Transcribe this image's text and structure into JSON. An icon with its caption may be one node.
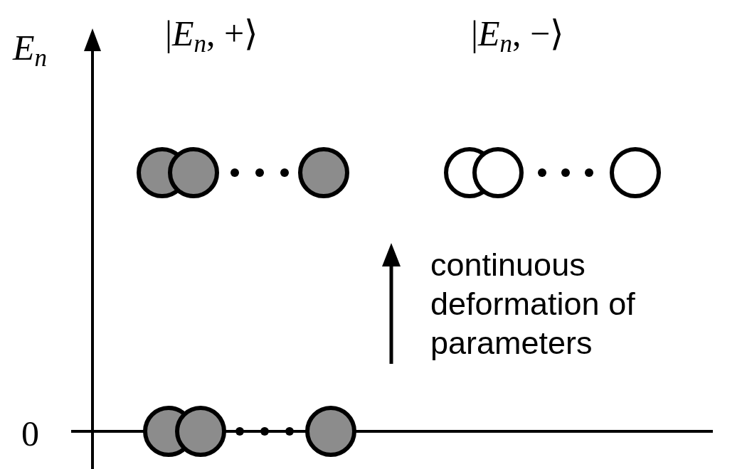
{
  "diagram": {
    "labels": [
      "*E*$_{n}$",
      "|*E*$_{n}$, +⟩",
      "|*E*$_{n}$, −⟩",
      "0",
      "continuous deformation of parameters"
    ]
  }
}
